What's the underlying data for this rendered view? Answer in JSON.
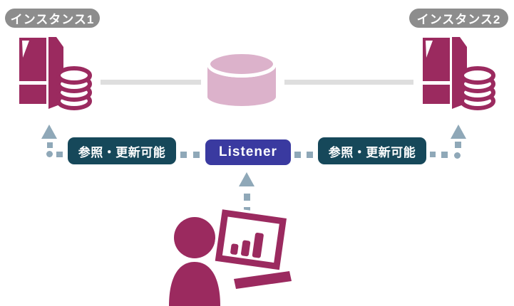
{
  "diagram": {
    "title_hint": "database-two-instance-shared-storage-listener-diagram",
    "instance1": {
      "badge": "インスタンス1"
    },
    "instance2": {
      "badge": "インスタンス2"
    },
    "listener": {
      "label": "Listener"
    },
    "access_left": {
      "label": "参照・更新可能"
    },
    "access_right": {
      "label": "参照・更新可能"
    },
    "icons": {
      "server_left": "server-tower-with-database-stack",
      "server_right": "server-tower-with-database-stack",
      "shared_storage": "database-cylinder",
      "client": "person-with-bar-chart-monitor",
      "arrows": "up-arrow-dashed-connector"
    },
    "colors": {
      "magenta": "#9B2A5F",
      "storage_pink": "#DCB2CB",
      "access_box": "#16485A",
      "listener_box": "#3A3AA0",
      "connector_bluegray": "#8FA8B8",
      "badge_gray": "#8D8D8D",
      "line_gray": "#DEDEDE",
      "background": "#FFFFFF"
    }
  }
}
